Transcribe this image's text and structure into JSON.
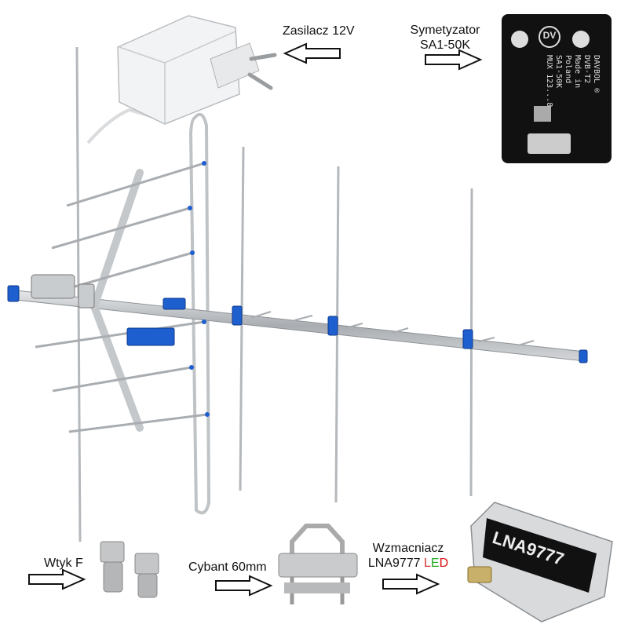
{
  "labels": {
    "power_supply": "Zasilacz 12V",
    "balun_line1": "Symetyzator",
    "balun_line2": "SA1-50K",
    "f_connector": "Wtyk F",
    "clamp": "Cybant 60mm",
    "amp_line1": "Wzmacniacz",
    "amp_model": "LNA9777",
    "amp_led_l": "L",
    "amp_led_e": "E",
    "amp_led_d": "D"
  },
  "balun_module": {
    "logo": "DV",
    "text_lines": [
      "DAVBOL ®",
      "DVB-T2",
      "Made in",
      "Poland",
      "SA1-50K",
      "MUX 123...8"
    ]
  },
  "amplifier_device": {
    "model_print": "LNA9777"
  },
  "colors": {
    "antenna_metal": "#b8bcc0",
    "blue_parts": "#1e5fd0",
    "module_black": "#111111",
    "led_red": "#d33333",
    "led_green": "#22aa22"
  }
}
